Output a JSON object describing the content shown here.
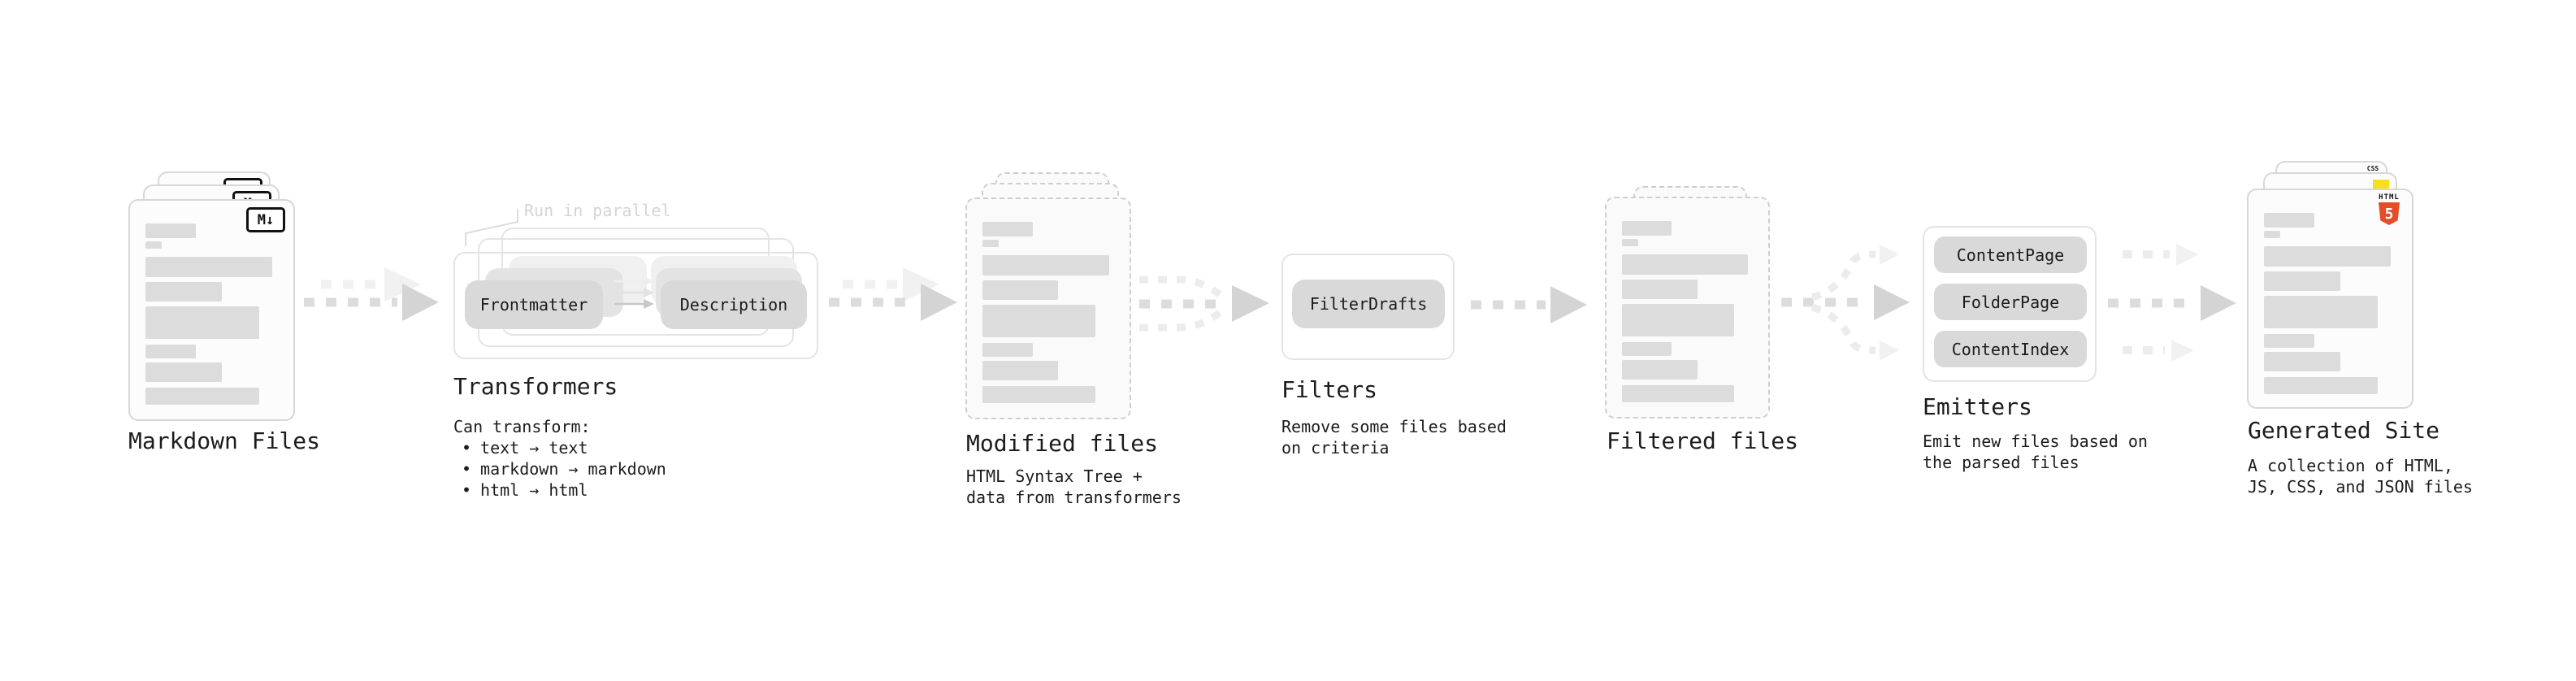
{
  "colors": {
    "background": "#ffffff",
    "text": "#1c1c1c",
    "note": "#d4d4d4",
    "card_bg": "#fcfcfc",
    "card_border": "#d7d7d7",
    "dashed_border": "#cfcfcf",
    "bar": "#dcdcdc",
    "pill_bg": "#d9d9d9",
    "panel_border": "#e4e4e4",
    "arrow": "#dcdcdc",
    "arrow_head": "#d4d4d4",
    "arrow_light": "#ececec",
    "arrow_faint": "#f1f1f1",
    "html5_orange": "#e44d26",
    "js_yellow": "#f7df1e",
    "css_blue": "#2b51de"
  },
  "stages": {
    "markdown_files": {
      "title": "Markdown Files",
      "file_icon": "M↓"
    },
    "transformers": {
      "title": "Transformers",
      "note": "Run in parallel",
      "pill_left": "Frontmatter",
      "pill_right": "Description",
      "desc_heading": "Can transform:",
      "bullet": "•",
      "bullets": [
        "text → text",
        "markdown → markdown",
        "html → html"
      ]
    },
    "modified_files": {
      "title": "Modified files",
      "desc": [
        "HTML Syntax Tree +",
        "data from transformers"
      ]
    },
    "filters": {
      "title": "Filters",
      "pill": "FilterDrafts",
      "desc": [
        "Remove some files based",
        "on criteria"
      ]
    },
    "filtered_files": {
      "title": "Filtered files"
    },
    "emitters": {
      "title": "Emitters",
      "pills": [
        "ContentPage",
        "FolderPage",
        "ContentIndex"
      ],
      "desc": [
        "Emit new files based on",
        "the parsed files"
      ]
    },
    "generated_site": {
      "title": "Generated Site",
      "desc": [
        "A collection of HTML,",
        "JS, CSS, and JSON files"
      ],
      "html5_label": "HTML",
      "html5_number": "5",
      "css_label": "CSS"
    }
  }
}
